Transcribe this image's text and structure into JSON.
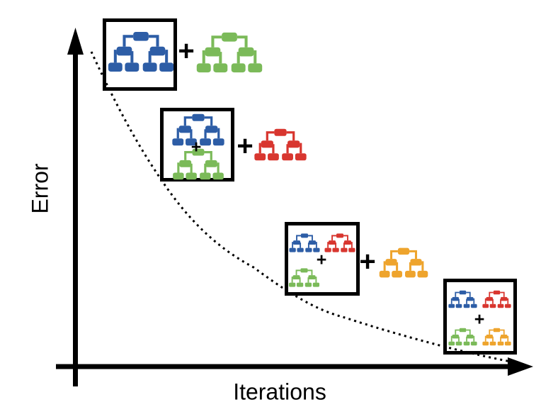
{
  "figure": {
    "y_axis_label": "Error",
    "x_axis_label": "Iterations",
    "plus": "+",
    "curve": {
      "style": "dotted",
      "trend": "decreasing"
    }
  },
  "colors": {
    "blue": "#2d5da6",
    "green": "#7bba59",
    "red": "#d8362f",
    "orange": "#eea42d",
    "axis": "#000000"
  },
  "stages": [
    {
      "box_trees": [
        "blue"
      ],
      "added_tree": "green"
    },
    {
      "box_trees": [
        "blue",
        "green"
      ],
      "added_tree": "red"
    },
    {
      "box_trees": [
        "blue",
        "red",
        "green"
      ],
      "added_tree": "orange"
    },
    {
      "box_trees": [
        "blue",
        "red",
        "green",
        "orange"
      ],
      "added_tree": null
    }
  ]
}
